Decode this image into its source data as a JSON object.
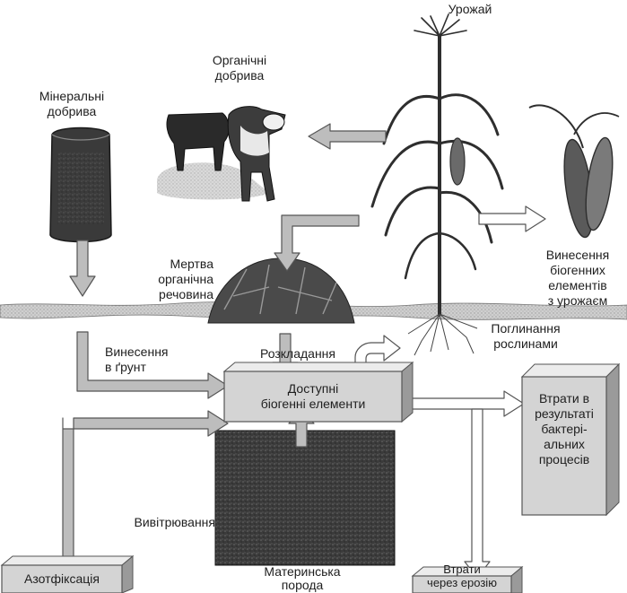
{
  "labels": {
    "harvest": "Урожай",
    "organic_fertilizers": "Органічні\nдобрива",
    "mineral_fertilizers": "Мінеральні\nдобрива",
    "dead_organic_matter": "Мертва\nорганічна\nречовина",
    "removal_with_harvest": "Винесення\nбіогенних\nелементів\nз урожаєм",
    "plant_uptake": "Поглинання\nрослинами",
    "decomposition": "Розкладання",
    "input_to_soil": "Винесення\nв ґрунт",
    "available_nutrients": "Доступні\nбіогенні елементи",
    "bacterial_losses": "Втрати в\nрезультаті\nбактері-\nальних\nпроцесів",
    "weathering": "Вивітрювання",
    "nitrogen_fixation": "Азотфіксація",
    "parent_rock": "Материнська\nпорода",
    "erosion_losses": "Втрати\nчерез ерозію"
  },
  "colors": {
    "arrow_fill": "#bdbdbd",
    "arrow_stroke": "#555555",
    "box_fill": "#d4d4d4",
    "box_side": "#9a9a9a",
    "box_top": "#ececec",
    "soil": "#c9c9c9",
    "rock": "#3a3a3a",
    "plant": "#2e2e2e"
  }
}
